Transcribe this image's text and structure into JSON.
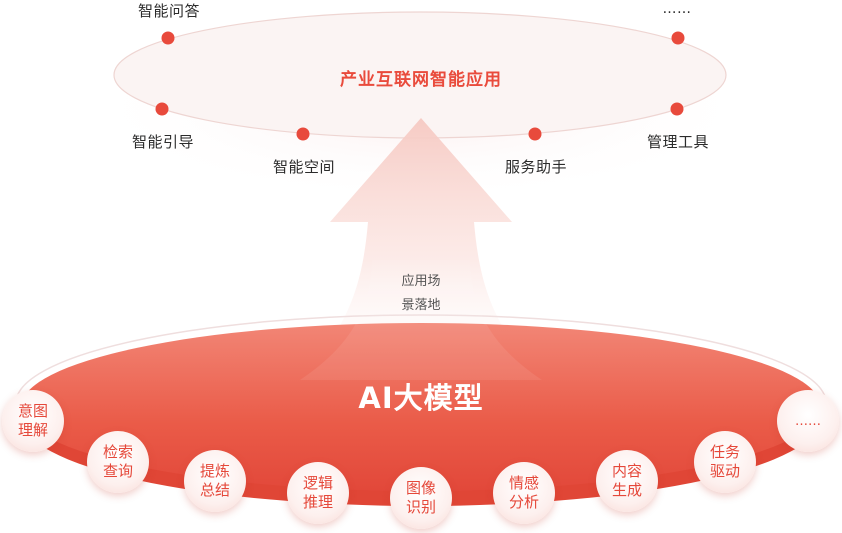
{
  "top_platform": {
    "title": "产业互联网智能应用",
    "nodes": [
      {
        "label": "智能问答"
      },
      {
        "label": "……"
      },
      {
        "label": "智能引导"
      },
      {
        "label": "智能空间"
      },
      {
        "label": "服务助手"
      },
      {
        "label": "管理工具"
      }
    ]
  },
  "arrow": {
    "label_lines": [
      "应用场",
      "景落地"
    ]
  },
  "base_platform": {
    "title": "AI大模型",
    "capabilities": [
      {
        "lines": [
          "意图",
          "理解"
        ]
      },
      {
        "lines": [
          "检索",
          "查询"
        ]
      },
      {
        "lines": [
          "提炼",
          "总结"
        ]
      },
      {
        "lines": [
          "逻辑",
          "推理"
        ]
      },
      {
        "lines": [
          "图像",
          "识别"
        ]
      },
      {
        "lines": [
          "情感",
          "分析"
        ]
      },
      {
        "lines": [
          "内容",
          "生成"
        ]
      },
      {
        "lines": [
          "任务",
          "驱动"
        ]
      },
      {
        "lines": [
          "……"
        ]
      }
    ]
  },
  "colors": {
    "accent": "#e94b3c",
    "ellipse_light": "#f7efee",
    "arrow_tint": "#f4b9b0"
  }
}
